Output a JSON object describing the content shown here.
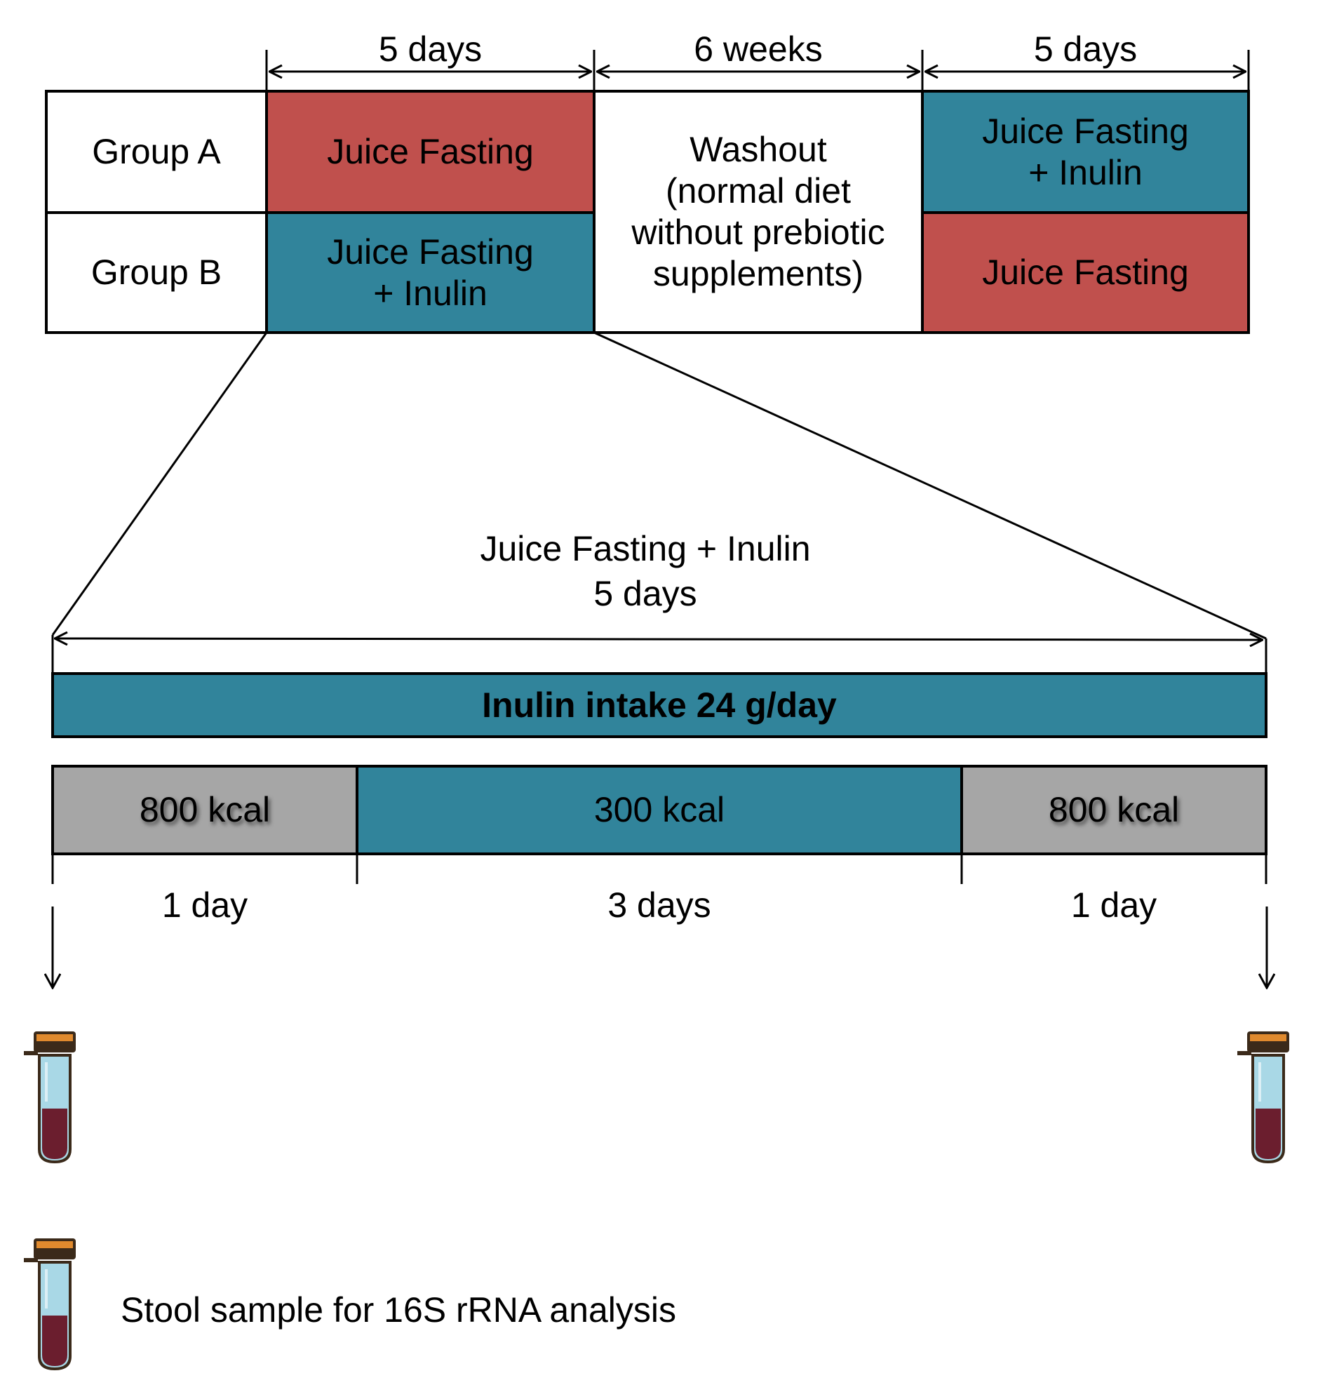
{
  "colors": {
    "juice_fasting": "#c0504d",
    "juice_fasting_inulin": "#31849b",
    "kcal_800": "#a6a6a6",
    "tube_fill": "#6b1e2e",
    "tube_glass": "#a9d8e6",
    "tube_cap": "#3b2a1a"
  },
  "timeline": {
    "durations": [
      "5 days",
      "6 weeks",
      "5 days"
    ],
    "groups": [
      {
        "label": "Group A",
        "period1": "Juice Fasting",
        "period2": "Juice Fasting\n+ Inulin"
      },
      {
        "label": "Group B",
        "period1": "Juice Fasting\n+ Inulin",
        "period2": "Juice Fasting"
      }
    ],
    "washout": "Washout\n(normal diet\nwithout prebiotic\nsupplements)"
  },
  "detail": {
    "title": "Juice Fasting + Inulin",
    "duration": "5 days",
    "inulin_bar": "Inulin intake 24 g/day",
    "phases": [
      {
        "kcal": "800 kcal",
        "days": "1 day"
      },
      {
        "kcal": "300 kcal",
        "days": "3 days"
      },
      {
        "kcal": "800 kcal",
        "days": "1 day"
      }
    ]
  },
  "legend": {
    "sample_label": "Stool sample for 16S rRNA analysis",
    "icon": "sample-tube-icon"
  }
}
